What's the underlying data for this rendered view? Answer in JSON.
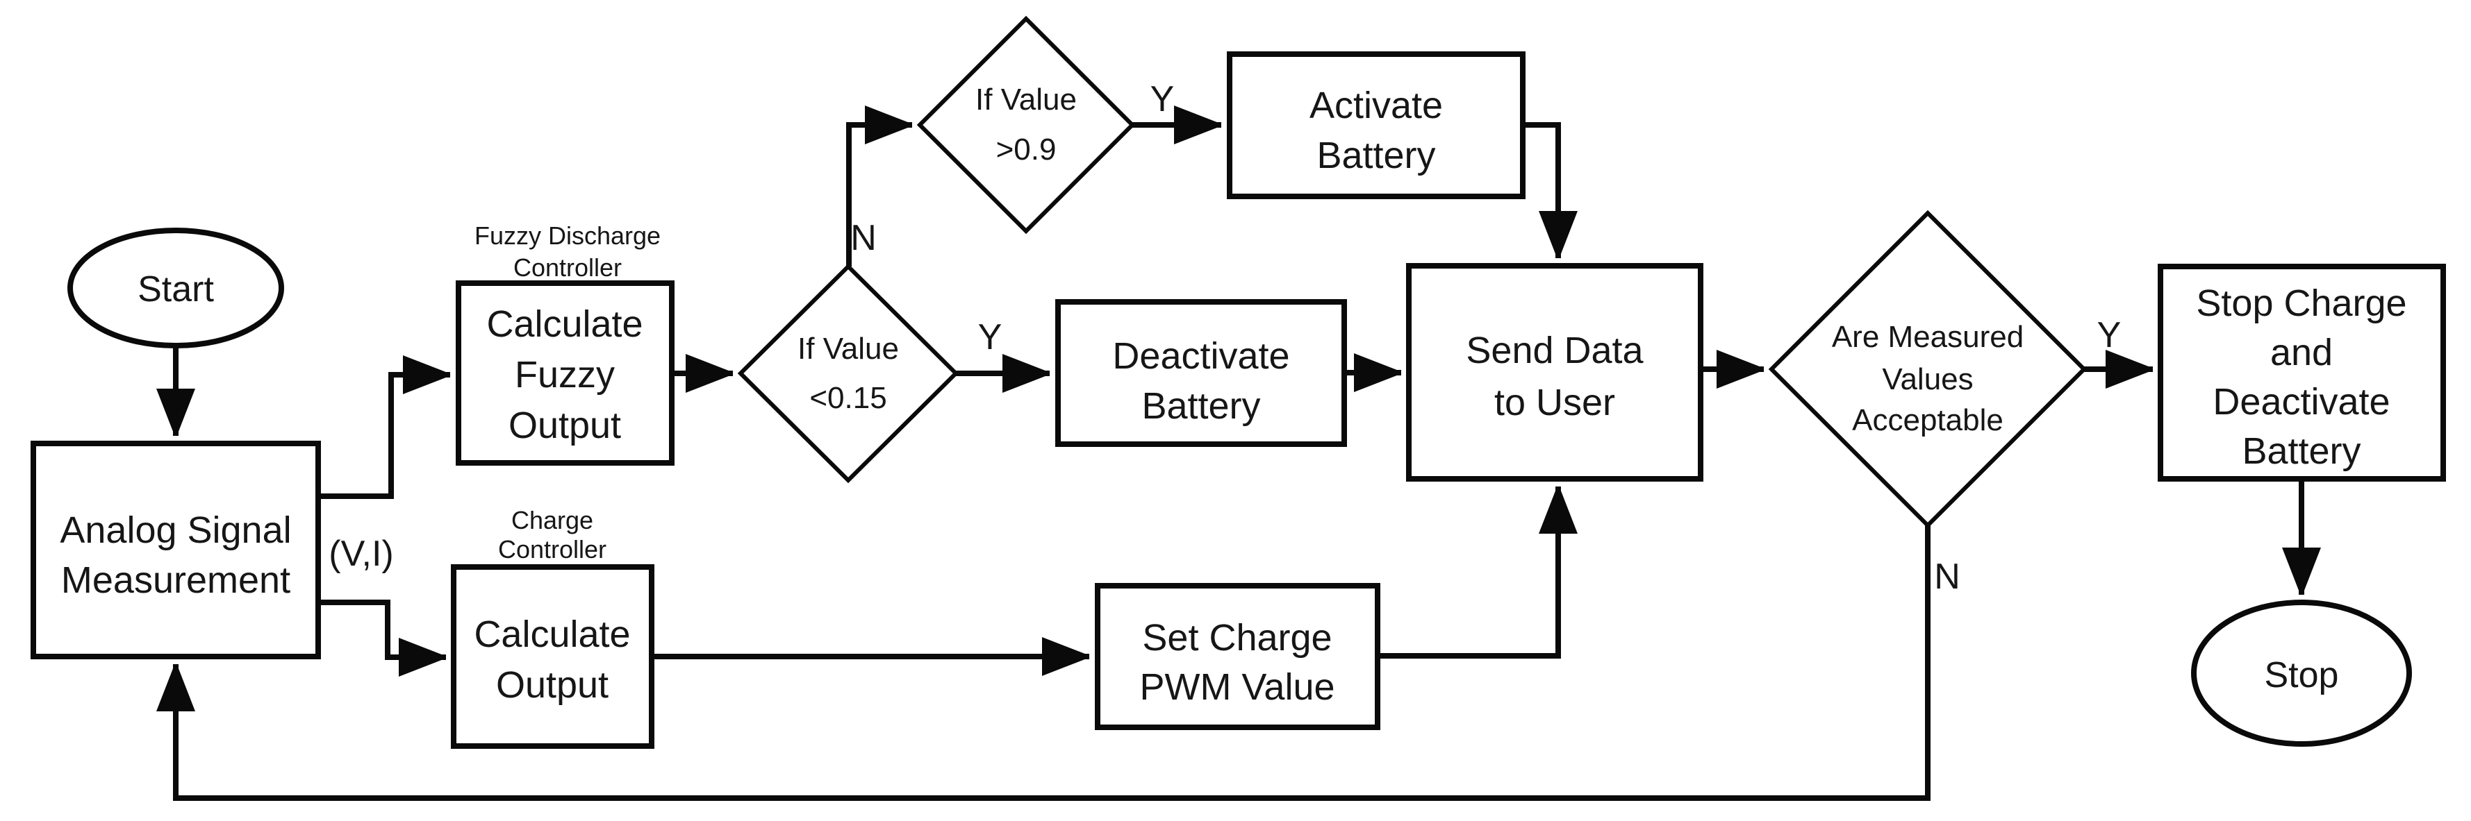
{
  "flowchart": {
    "colors": {
      "background": "#ffffff",
      "line": "#0a0a0a",
      "text": "#161616"
    },
    "nodes": {
      "start": {
        "label": "Start"
      },
      "analog_signal_measurement": {
        "lines": [
          "Analog Signal",
          "Measurement"
        ]
      },
      "fuzzy_discharge_controller_caption": {
        "lines": [
          "Fuzzy Discharge",
          "Controller"
        ]
      },
      "calculate_fuzzy_output": {
        "lines": [
          "Calculate",
          "Fuzzy",
          "Output"
        ]
      },
      "charge_controller_caption": {
        "lines": [
          "Charge",
          "Controller"
        ]
      },
      "calculate_output": {
        "lines": [
          "Calculate",
          "Output"
        ]
      },
      "if_value_lt_015": {
        "lines": [
          "If Value",
          "<0.15"
        ]
      },
      "if_value_gt_09": {
        "lines": [
          "If Value",
          ">0.9"
        ]
      },
      "activate_battery": {
        "lines": [
          "Activate",
          "Battery"
        ]
      },
      "deactivate_battery": {
        "lines": [
          "Deactivate",
          "Battery"
        ]
      },
      "send_data_to_user": {
        "lines": [
          "Send Data",
          "to User"
        ]
      },
      "set_charge_pwm_value": {
        "lines": [
          "Set Charge",
          "PWM Value"
        ]
      },
      "are_measured_values_acceptable": {
        "lines": [
          "Are Measured",
          "Values",
          "Acceptable"
        ]
      },
      "stop_charge_and_deactivate_battery": {
        "lines": [
          "Stop Charge",
          "and",
          "Deactivate",
          "Battery"
        ]
      },
      "stop": {
        "label": "Stop"
      }
    },
    "edge_labels": {
      "measurement_output": "(V,I)",
      "lt_015_no": "N",
      "gt_09_yes": "Y",
      "lt_015_yes": "Y",
      "acceptable_yes": "Y",
      "acceptable_no": "N"
    }
  }
}
